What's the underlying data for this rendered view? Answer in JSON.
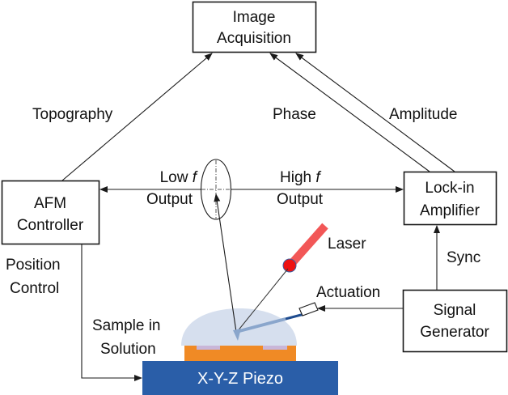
{
  "diagram": {
    "title": "AFM phase/amplitude imaging setup",
    "colors": {
      "line": "#1a1a1a",
      "droplet": "#d6dfee",
      "sample": "#f08a25",
      "sample_pads": "#c9b6d8",
      "piezo": "#2a5ea8",
      "laser": "#f25757",
      "laser_dot": "#ee1111",
      "cantilever": "#8aa6cc",
      "cantilever_dark": "#1f4c8f"
    },
    "nodes": {
      "image_acquisition": {
        "line1": "Image",
        "line2": "Acquisition"
      },
      "afm_controller": {
        "line1": "AFM",
        "line2": "Controller"
      },
      "lockin_amplifier": {
        "line1": "Lock-in",
        "line2": "Amplifier"
      },
      "signal_generator": {
        "line1": "Signal",
        "line2": "Generator"
      },
      "piezo": {
        "label": "X-Y-Z Piezo"
      }
    },
    "labels": {
      "topography": "Topography",
      "phase": "Phase",
      "amplitude": "Amplitude",
      "low_f_1": "Low ",
      "low_f_italic": "f",
      "low_f_2": "Output",
      "high_f_1": "High ",
      "high_f_italic": "f",
      "high_f_2": "Output",
      "laser": "Laser",
      "sync": "Sync",
      "actuation": "Actuation",
      "position_1": "Position",
      "position_2": "Control",
      "sample_1": "Sample in",
      "sample_2": "Solution"
    }
  }
}
